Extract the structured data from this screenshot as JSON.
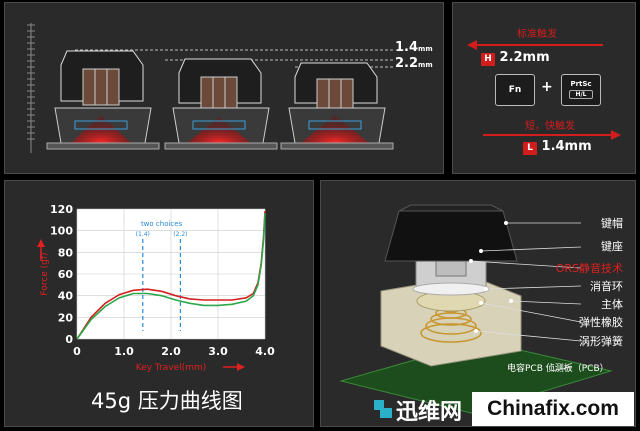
{
  "top_left": {
    "travel_high": "1.4",
    "travel_high_unit": "mm",
    "travel_low": "2.2",
    "travel_low_unit": "mm"
  },
  "top_right": {
    "standard_trigger": "标准触发",
    "h_key": "H",
    "h_value": "2.2mm",
    "fn_key": "Fn",
    "plus": "+",
    "prtsc_key": "PrtSc",
    "hl_key": "H/L",
    "fast_trigger": "短，快触发",
    "l_key": "L",
    "l_value": "1.4mm",
    "arrow_color": "#d21d1d"
  },
  "chart_caption": "45g 压力曲线图",
  "chart_data": {
    "type": "line",
    "xlabel": "Key Travel(mm)",
    "ylabel": "Force (gf)",
    "xlim": [
      0,
      4.0
    ],
    "ylim": [
      0,
      120
    ],
    "xticks": [
      "0",
      "1.0",
      "2.0",
      "3.0",
      "4.0"
    ],
    "yticks": [
      "0",
      "20",
      "40",
      "60",
      "80",
      "100",
      "120"
    ],
    "annotation": "two choices",
    "choice_labels": [
      "(1.4)",
      "(2.2)"
    ],
    "choice_x": [
      1.4,
      2.2
    ],
    "series": [
      {
        "color": "#d42020",
        "x": [
          0,
          0.3,
          0.6,
          0.9,
          1.2,
          1.5,
          1.8,
          2.1,
          2.4,
          2.7,
          3.0,
          3.3,
          3.6,
          3.75,
          3.85,
          3.92,
          3.97,
          4.0
        ],
        "values": [
          0,
          20,
          33,
          41,
          45,
          46,
          44,
          40,
          37,
          36,
          36,
          36,
          38,
          42,
          52,
          70,
          95,
          118
        ]
      },
      {
        "color": "#2aa84a",
        "x": [
          0,
          0.3,
          0.6,
          0.9,
          1.2,
          1.5,
          1.8,
          2.1,
          2.4,
          2.7,
          3.0,
          3.3,
          3.6,
          3.75,
          3.85,
          3.92,
          3.97,
          4.0
        ],
        "values": [
          0,
          18,
          30,
          38,
          42,
          42,
          40,
          36,
          33,
          31,
          31,
          32,
          35,
          40,
          50,
          68,
          92,
          116
        ]
      }
    ]
  },
  "parts": {
    "keycap": "键帽",
    "stem": "键座",
    "ors": "ORS静音技术",
    "damping_ring": "消音环",
    "body": "主体",
    "rubber": "弹性橡胶",
    "spring": "涡形弹簧",
    "pcb": "电容PCB 侦测板（PCB）"
  },
  "watermark": {
    "cn": "迅维网",
    "en": "Chinafix.com"
  }
}
